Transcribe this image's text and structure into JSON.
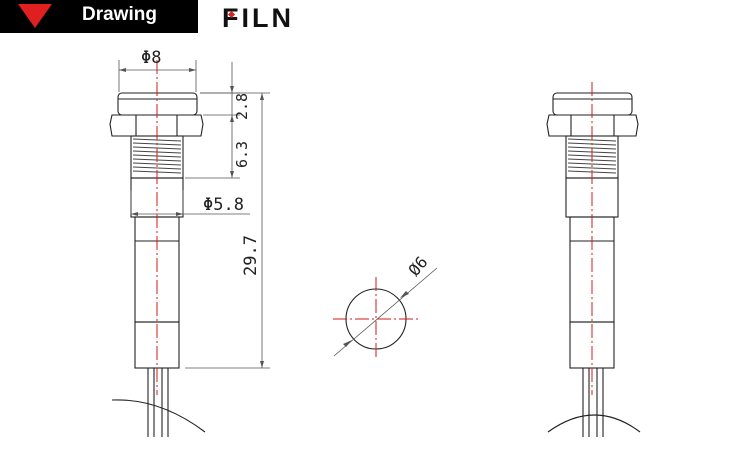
{
  "header": {
    "tab_label": "Drawing",
    "logo_text": "FILN",
    "accent_color": "#e02020"
  },
  "drawing": {
    "dim_head_diameter": "Φ8",
    "dim_head_height": "2.8",
    "dim_thread_length": "6.3",
    "dim_body_diameter": "Φ5.8",
    "dim_total_length": "29.7",
    "dim_hole_diameter": "Ø6"
  }
}
